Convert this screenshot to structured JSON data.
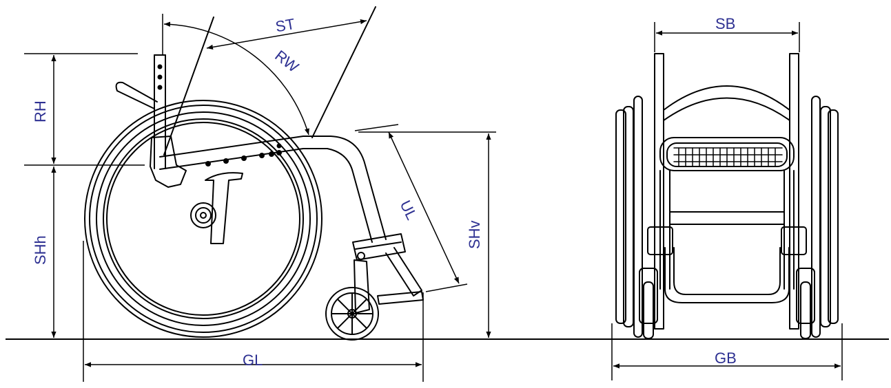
{
  "colors": {
    "line": "#000000",
    "dimension": "#000000",
    "label": "#2e3192",
    "background": "#ffffff"
  },
  "labels": {
    "st": "ST",
    "rw": "RW",
    "rh": "RH",
    "shh": "SHh",
    "shv": "SHv",
    "ul": "UL",
    "gl": "GL",
    "sb": "SB",
    "gb": "GB"
  }
}
